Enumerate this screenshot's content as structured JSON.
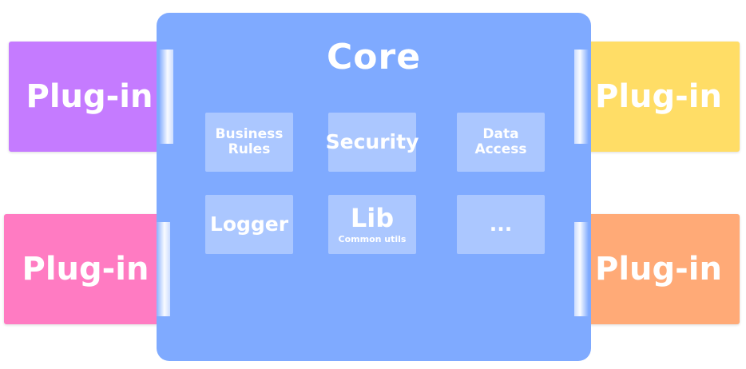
{
  "core": {
    "title": "Core",
    "color": "#7faaff"
  },
  "modules": [
    {
      "label": "Business\nRules",
      "sub": ""
    },
    {
      "label": "Security",
      "sub": ""
    },
    {
      "label": "Data\nAccess",
      "sub": ""
    },
    {
      "label": "Logger",
      "sub": ""
    },
    {
      "label": "Lib",
      "sub": "Common utils"
    },
    {
      "label": "...",
      "sub": ""
    }
  ],
  "plugins": [
    {
      "label": "Plug-in",
      "color": "#c57bff"
    },
    {
      "label": "Plug-in",
      "color": "#ff7bc2"
    },
    {
      "label": "Plug-in",
      "color": "#ffdd66"
    },
    {
      "label": "Plug-in",
      "color": "#ffaa77"
    }
  ]
}
